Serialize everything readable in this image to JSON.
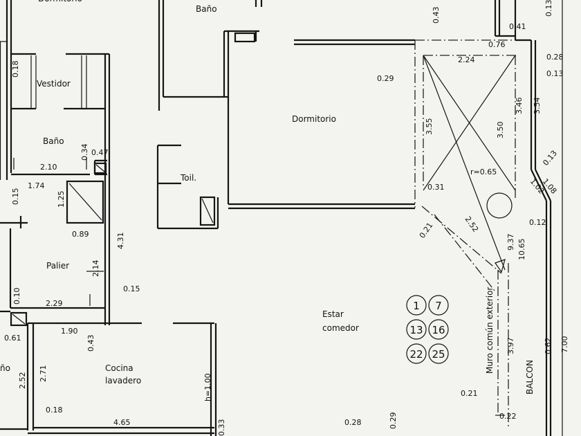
{
  "rooms": {
    "dormitorio_top": "Dormitorio",
    "bano_top": "Baño",
    "vestidor": "Vestidor",
    "bano_left": "Baño",
    "toilette": "Toil.",
    "dormitorio": "Dormitorio",
    "palier": "Palier",
    "estar_1": "Estar",
    "estar_2": "comedor",
    "cocina_1": "Cocina",
    "cocina_2": "lavadero",
    "balcon": "BALCON",
    "muro": "Muro común exterior",
    "bano_partial": "ño"
  },
  "dimensions": [
    "0.18",
    "2.10",
    "0.34",
    "0.47",
    "1.74",
    "0.15",
    "1.25",
    "0.89",
    "4.31",
    "2.14",
    "0.15",
    "0.10",
    "2.29",
    "0.61",
    "1.90",
    "0.43",
    "2.52",
    "2.71",
    "0.18",
    "4.65",
    "h=1.00",
    "0.33",
    "0.28",
    "0.29",
    "0.43",
    "0.41",
    "0.13",
    "0.76",
    "0.28",
    "0.13",
    "2.24",
    "0.29",
    "3.55",
    "3.46",
    "3.54",
    "3.50",
    "0.13",
    "1.08",
    "1.02",
    "r=0.65",
    "0.31",
    "0.21",
    "2.52",
    "0.12",
    "9.37",
    "10.65",
    "3.97",
    "0.21",
    "0.22",
    "0.62",
    "7.00"
  ],
  "unit_numbers": [
    "1",
    "7",
    "13",
    "16",
    "22",
    "25"
  ]
}
